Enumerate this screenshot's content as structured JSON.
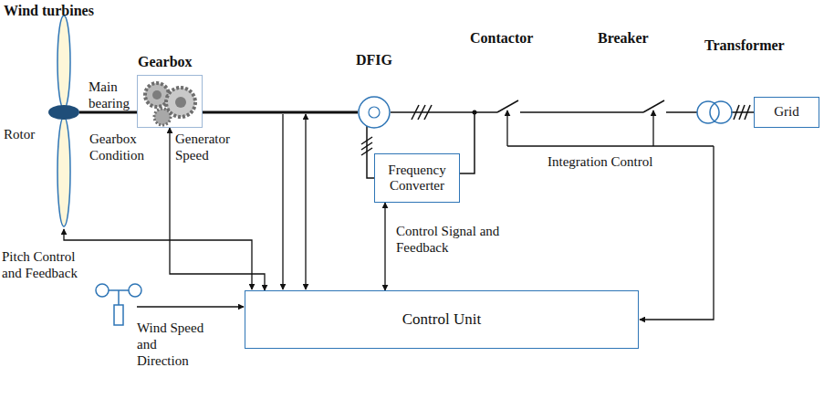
{
  "diagram": {
    "nodes": [
      {
        "text": [
          "Gearbox"
        ]
      },
      {
        "text": [
          "DFIG"
        ]
      },
      {
        "text": [
          "Grid"
        ]
      },
      {
        "text": [
          "Frequency Converter"
        ]
      },
      {
        "text": [
          "Control Unit"
        ]
      }
    ],
    "edges": [
      {
        "from": 4,
        "to": 3,
        "arrow": "both",
        "label": "Control Signal and Feedback"
      },
      {
        "from": 0,
        "to": 4,
        "arrow": "both"
      },
      {
        "from": 1,
        "to": 3,
        "arrow": "none"
      }
    ],
    "labels": [
      "Wind turbines",
      "Rotor",
      "Main bearing",
      "Gearbox Condition",
      "Generator Speed",
      "Contactor",
      "Breaker",
      "Transformer",
      "Integration Control",
      "Pitch Control and Feedback",
      "Wind Speed and Direction"
    ]
  }
}
